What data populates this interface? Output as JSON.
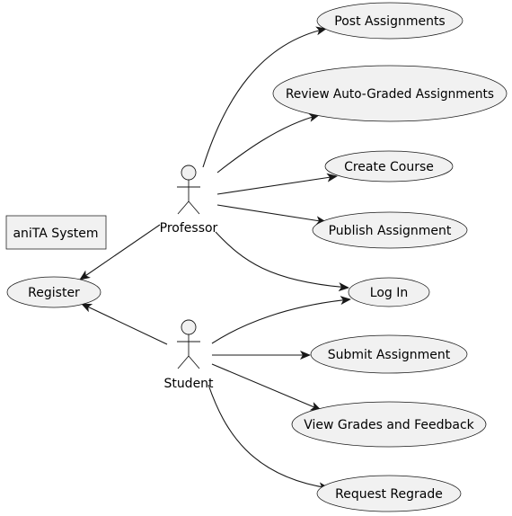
{
  "system": {
    "label": "aniTA System"
  },
  "actors": {
    "professor": {
      "label": "Professor"
    },
    "student": {
      "label": "Student"
    }
  },
  "use_cases": {
    "post_assignments": "Post Assignments",
    "review_auto_graded": "Review Auto-Graded Assignments",
    "create_course": "Create Course",
    "publish_assignment": "Publish Assignment",
    "log_in": "Log In",
    "register": "Register",
    "submit_assignment": "Submit Assignment",
    "view_grades": "View Grades and Feedback",
    "request_regrade": "Request Regrade"
  },
  "colors": {
    "node_fill": "#f1f1f1",
    "stroke": "#181818"
  }
}
